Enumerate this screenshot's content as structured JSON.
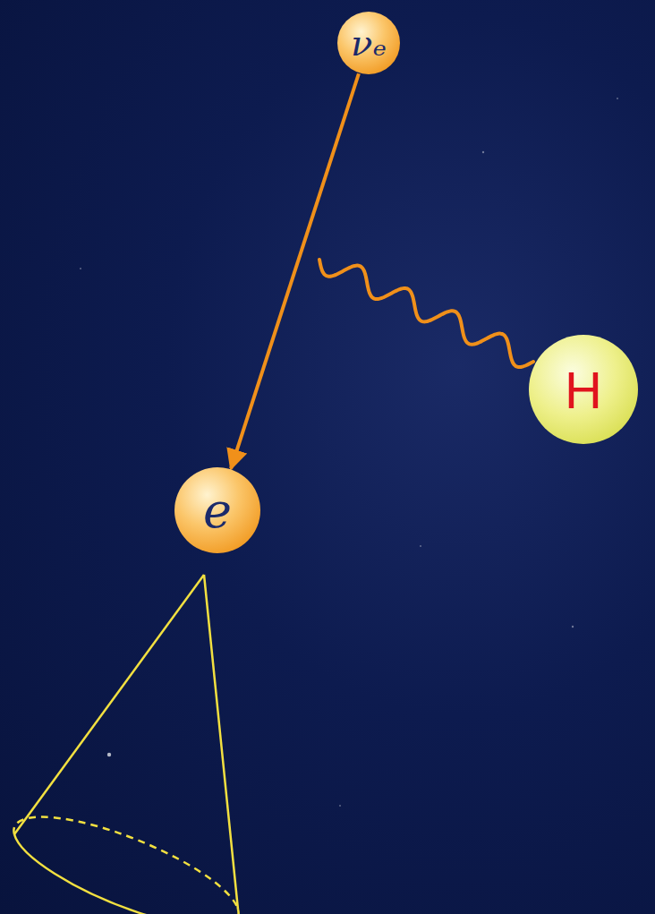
{
  "diagram": {
    "nodes": [
      {
        "text": [
          "νₑ"
        ]
      },
      {
        "text": [
          "H"
        ]
      },
      {
        "text": [
          "e"
        ]
      }
    ],
    "edges": [
      {
        "from": 0,
        "to": 2,
        "arrow": "to"
      }
    ]
  }
}
